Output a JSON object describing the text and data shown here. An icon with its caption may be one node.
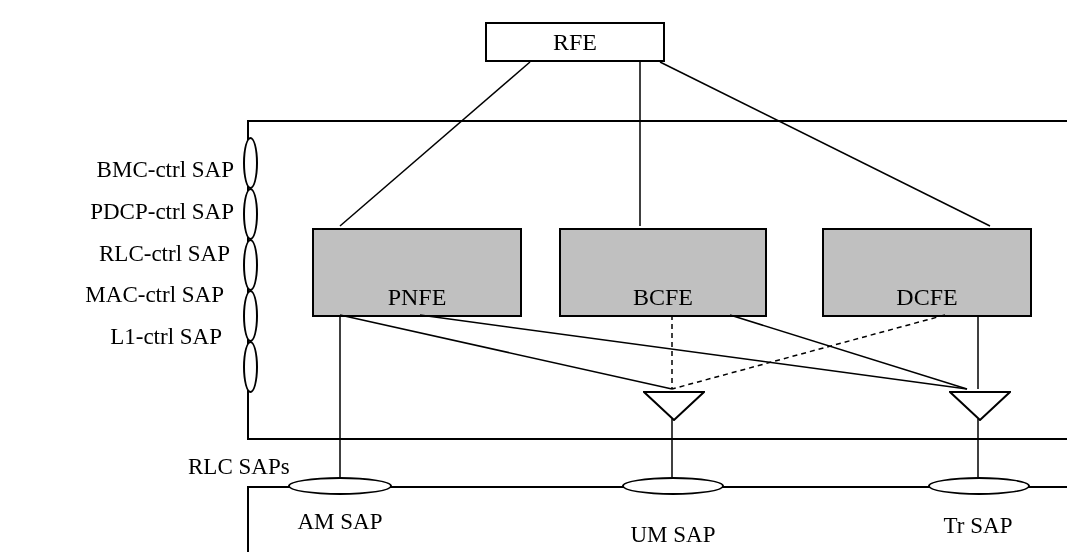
{
  "diagram": {
    "nodes": [
      {
        "text": [
          "RFE"
        ]
      },
      {
        "text": [],
        "shape": "box"
      },
      {
        "text": [
          "PNFE"
        ],
        "in": 1
      },
      {
        "text": [
          "BCFE"
        ],
        "in": 1
      },
      {
        "text": [
          "DCFE"
        ],
        "in": 1
      },
      {
        "text": [],
        "shape": "triangle",
        "in": 1
      },
      {
        "text": [],
        "shape": "triangle",
        "in": 1
      },
      {
        "text": [],
        "shape": "ellipse",
        "beside": [
          "BMC-ctrl SAP"
        ]
      },
      {
        "text": [],
        "shape": "ellipse",
        "beside": [
          "PDCP-ctrl SAP"
        ]
      },
      {
        "text": [],
        "shape": "ellipse",
        "beside": [
          "RLC-ctrl SAP"
        ]
      },
      {
        "text": [],
        "shape": "ellipse",
        "beside": [
          "MAC-ctrl SAP"
        ]
      },
      {
        "text": [],
        "shape": "ellipse",
        "beside": [
          "L1-ctrl SAP"
        ]
      },
      {
        "text": [],
        "shape": "box"
      },
      {
        "text": [],
        "shape": "ellipse"
      },
      {
        "text": [],
        "shape": "ellipse"
      },
      {
        "text": [],
        "shape": "ellipse"
      }
    ],
    "edges": [
      {
        "from": 0,
        "to": 2,
        "arrow": "none"
      },
      {
        "from": 0,
        "to": 3,
        "arrow": "none"
      },
      {
        "from": 0,
        "to": 4,
        "arrow": "none"
      },
      {
        "from": 2,
        "to": 13,
        "arrow": "none"
      },
      {
        "from": 2,
        "to": 5,
        "arrow": "none"
      },
      {
        "from": 2,
        "to": 6,
        "arrow": "none"
      },
      {
        "from": 3,
        "to": 5,
        "arrow": "none",
        "style": "dashed"
      },
      {
        "from": 3,
        "to": 6,
        "arrow": "none"
      },
      {
        "from": 4,
        "to": 5,
        "arrow": "none",
        "style": "dashed"
      },
      {
        "from": 4,
        "to": 6,
        "arrow": "none"
      },
      {
        "from": 5,
        "to": 14,
        "arrow": "none"
      },
      {
        "from": 6,
        "to": 15,
        "arrow": "none"
      }
    ],
    "labels": [
      "RLC SAPs",
      "AM SAP",
      "UM SAP",
      "Tr SAP"
    ]
  }
}
